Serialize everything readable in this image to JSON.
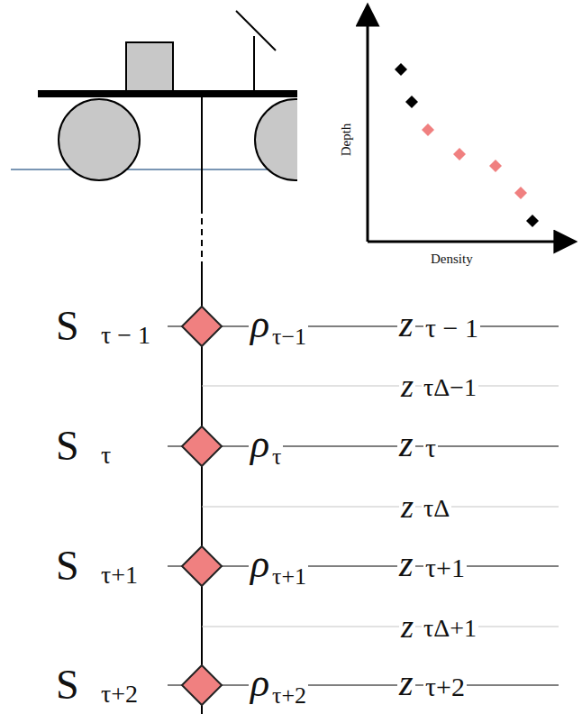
{
  "diagram": {
    "labels": [
      "Depth",
      "Density",
      "S",
      "τ − 1",
      "ρ",
      "τ−1",
      "z",
      "τ − 1",
      "S",
      "τ",
      "ρ",
      "τ",
      "z",
      "τ",
      "S",
      "τ+1",
      "ρ",
      "τ+1",
      "z",
      "τ+1",
      "S",
      "τ+2",
      "ρ",
      "τ+2",
      "z",
      "τ+2",
      "z",
      "τΔ−1",
      "z",
      "τΔ",
      "z",
      "τΔ+1"
    ]
  }
}
